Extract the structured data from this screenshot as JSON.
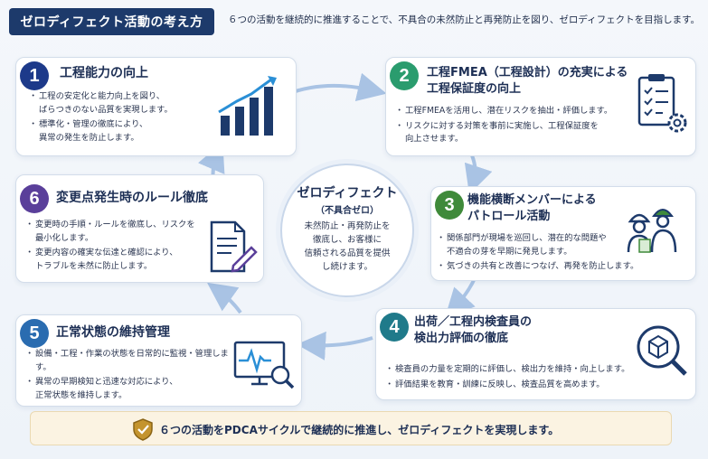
{
  "header": {
    "tag": "ゼロディフェクト活動の考え方",
    "description": "６つの活動を継続的に推進することで、不具合の未然防止と再発防止を図り、ゼロディフェクトを目指します。"
  },
  "center": {
    "title": "ゼロディフェクト",
    "subtitle": "（不具合ゼロ）",
    "lines": [
      "未然防止・再発防止を",
      "徹底し、お客様に",
      "信頼される品質を提供",
      "し続けます。"
    ]
  },
  "cards": [
    {
      "number": "1",
      "title_lines": [
        "工程能力の向上"
      ],
      "bullets": [
        "工程の安定化と能力向上を図り、\nばらつきのない品質を実現します。",
        "標準化・管理の徹底により、\n異常の発生を防止します。"
      ],
      "icon": "bar-chart-rising-icon",
      "color": "#1d3a8a"
    },
    {
      "number": "2",
      "title_lines": [
        "工程FMEA（工程設計）の充実による",
        "工程保証度の向上"
      ],
      "bullets": [
        "工程FMEAを活用し、潜在リスクを抽出・評価します。",
        "リスクに対する対策を事前に実施し、工程保証度を\n向上させます。"
      ],
      "icon": "checklist-gear-icon",
      "color": "#2a9c6e"
    },
    {
      "number": "3",
      "title_lines": [
        "機能横断メンバーによる",
        "パトロール活動"
      ],
      "bullets": [
        "関係部門が現場を巡回し、潜在的な問題や\n不適合の芽を早期に発見します。",
        "気づきの共有と改善につなげ、再発を防止します。"
      ],
      "icon": "workers-patrol-icon",
      "color": "#3f8a3a"
    },
    {
      "number": "4",
      "title_lines": [
        "出荷／工程内検査員の",
        "検出力評価の徹底"
      ],
      "bullets": [
        "検査員の力量を定期的に評価し、検出力を維持・向上します。",
        "評価結果を教育・訓練に反映し、検査品質を高めます。"
      ],
      "icon": "box-magnifier-icon",
      "color": "#1f7a8a"
    },
    {
      "number": "5",
      "title_lines": [
        "正常状態の維持管理"
      ],
      "bullets": [
        "設備・工程・作業の状態を日常的に監視・管理します。",
        "異常の早期検知と迅速な対応により、\n正常状態を維持します。"
      ],
      "icon": "monitor-magnifier-icon",
      "color": "#2a6cb0"
    },
    {
      "number": "6",
      "title_lines": [
        "変更点発生時のルール徹底"
      ],
      "bullets": [
        "変更時の手順・ルールを徹底し、リスクを\n最小化します。",
        "変更内容の確実な伝達と確認により、\nトラブルを未然に防止します。"
      ],
      "icon": "document-pen-icon",
      "color": "#5a3f9a"
    }
  ],
  "footer": {
    "text": "６つの活動をPDCAサイクルで継続的に推進し、ゼロディフェクトを実現します。",
    "icon": "shield-check-icon"
  },
  "colors": {
    "navy": "#1d3a6b",
    "arrow": "#a9c3e4"
  }
}
